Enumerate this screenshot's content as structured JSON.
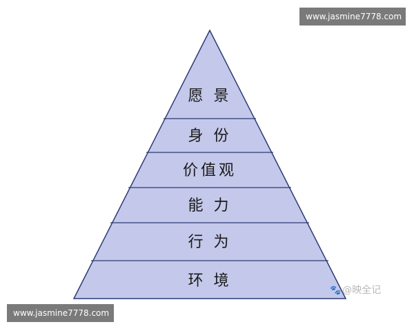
{
  "diagram": {
    "layers": [
      {
        "label": "愿 景"
      },
      {
        "label": "身 份"
      },
      {
        "label": "价值观"
      },
      {
        "label": "能 力"
      },
      {
        "label": "行 为"
      },
      {
        "label": "环 境"
      }
    ],
    "fill_color": "#c4c8ea",
    "stroke_color": "#2b3a73"
  },
  "watermarks": {
    "top": "www.jasmine7778.com",
    "bottom": "www.jasmine7778.com"
  },
  "credit": {
    "text": "@映全记",
    "icon": "paw-icon"
  }
}
